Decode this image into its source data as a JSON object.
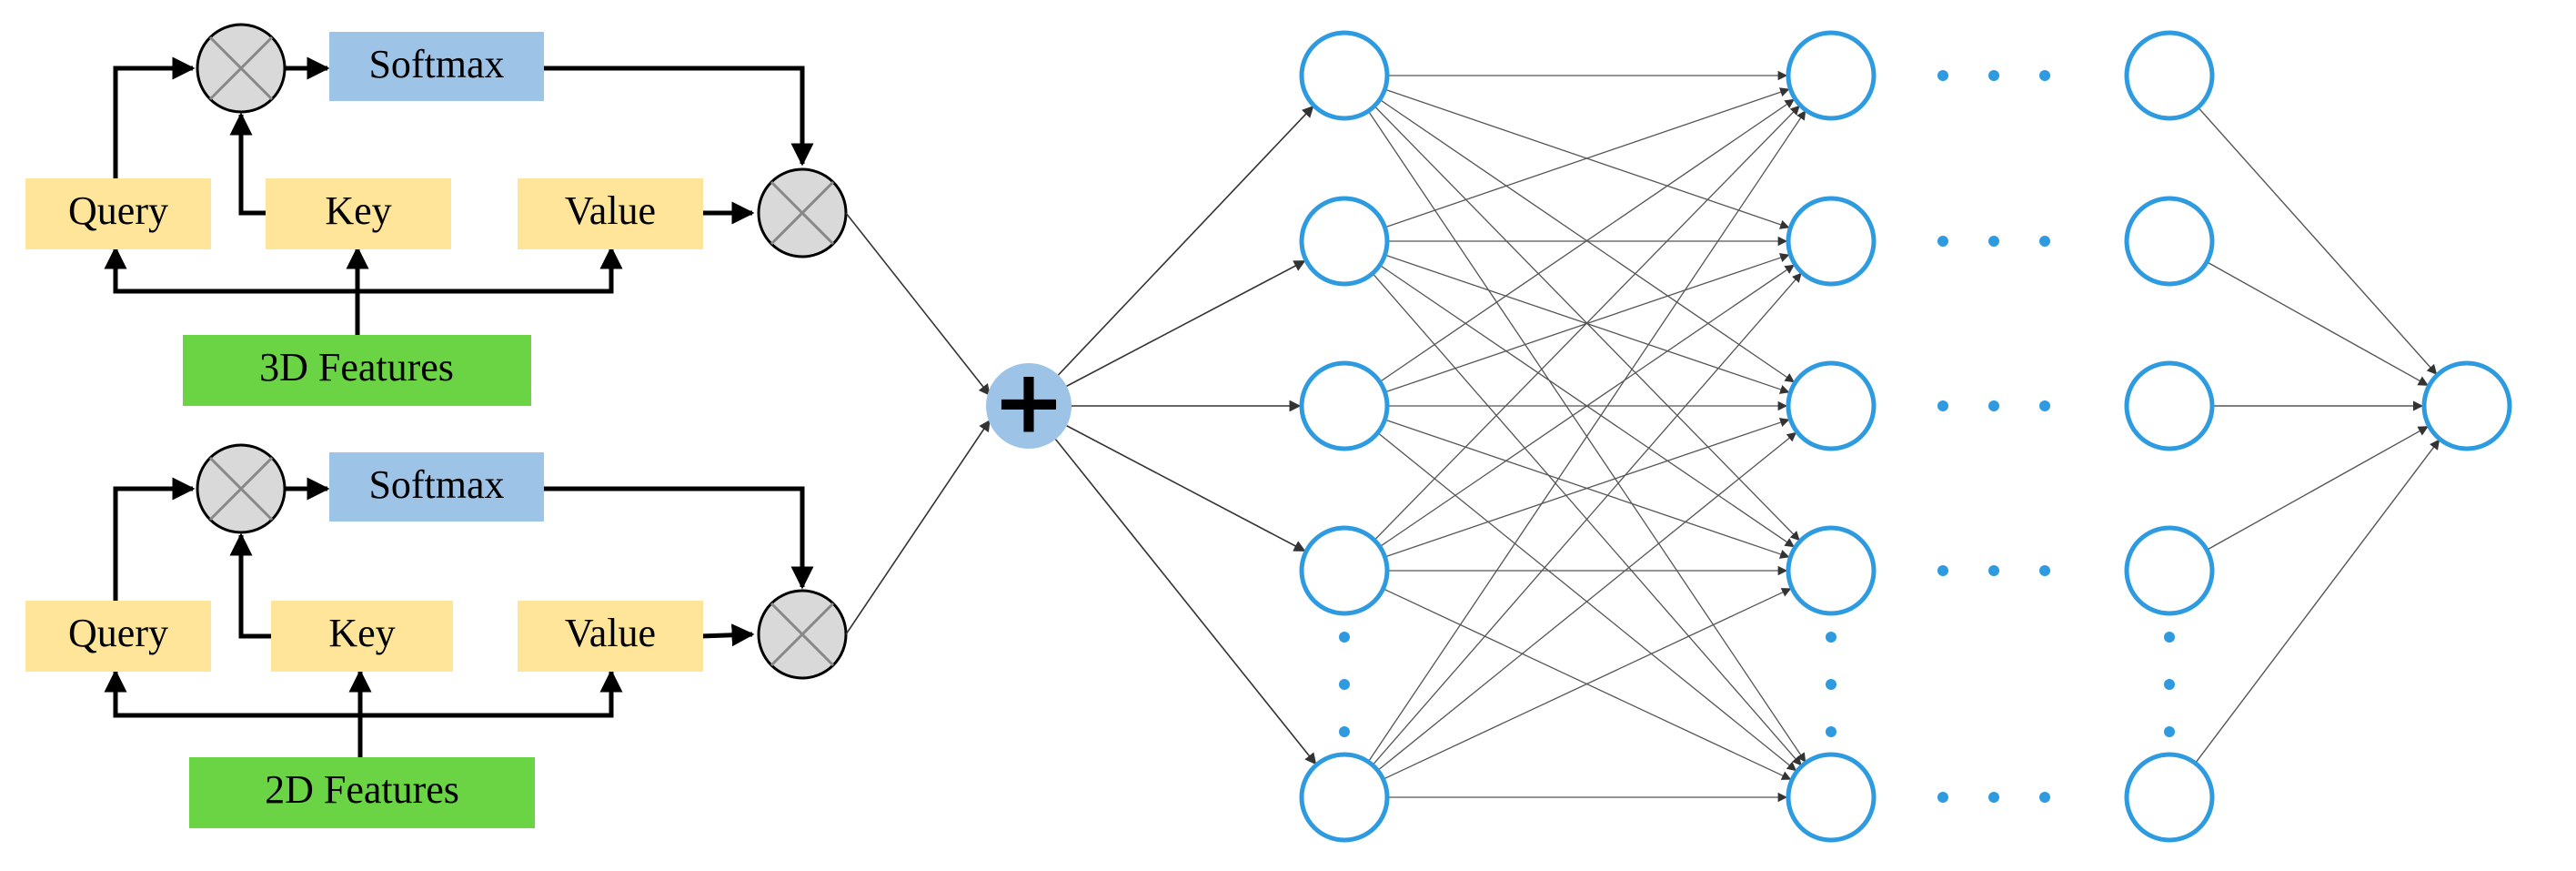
{
  "colors": {
    "input_box": "#ffe59a",
    "softmax_box": "#9dc3e6",
    "feature_box": "#6bd445",
    "multiply_node": "#d9d9d9",
    "neuron_stroke": "#2e9be0",
    "sum_node": "#9dc3e6",
    "line": "#000000",
    "connection": "#555555",
    "ellipsis_dot": "#2e9be0"
  },
  "attention_3d": {
    "query_label": "Query",
    "key_label": "Key",
    "value_label": "Value",
    "softmax_label": "Softmax",
    "features_label": "3D Features"
  },
  "attention_2d": {
    "query_label": "Query",
    "key_label": "Key",
    "value_label": "Value",
    "softmax_label": "Softmax",
    "features_label": "2D Features"
  },
  "network": {
    "sum_symbol": "+",
    "visible_rows_per_layer": 5,
    "visible_hidden_columns": 3,
    "output_nodes": 1
  }
}
